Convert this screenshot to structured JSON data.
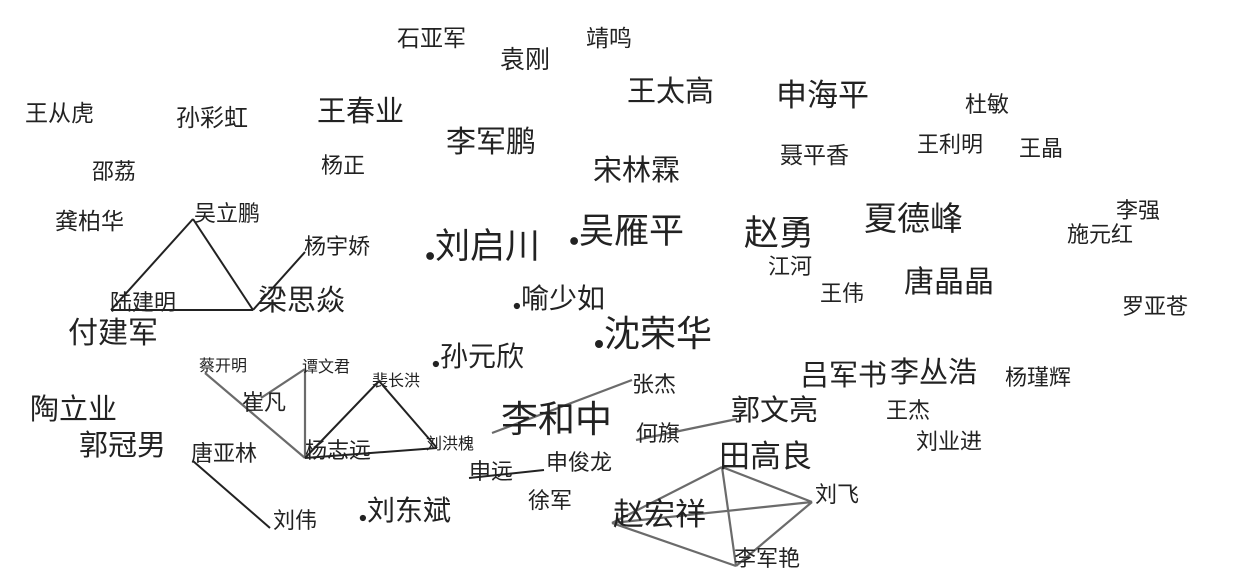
{
  "colors": {
    "edge_dark": "#222222",
    "edge_gray": "#6b6b6b",
    "dot": "#222222",
    "text": "#222222"
  },
  "nodes": [
    {
      "id": "shiyajun",
      "name": "石亚军",
      "dot": false
    },
    {
      "id": "yuangang",
      "name": "袁刚",
      "dot": false
    },
    {
      "id": "jingming",
      "name": "靖鸣",
      "dot": false
    },
    {
      "id": "wangtaigao",
      "name": "王太高",
      "dot": false
    },
    {
      "id": "shenhaiping",
      "name": "申海平",
      "dot": false
    },
    {
      "id": "dumin",
      "name": "杜敏",
      "dot": false
    },
    {
      "id": "wangconghu",
      "name": "王从虎",
      "dot": false
    },
    {
      "id": "suncaihong",
      "name": "孙彩虹",
      "dot": false
    },
    {
      "id": "wangchunye",
      "name": "王春业",
      "dot": false
    },
    {
      "id": "lijunpeng",
      "name": "李军鹏",
      "dot": false
    },
    {
      "id": "niepingxiang",
      "name": "聂平香",
      "dot": false
    },
    {
      "id": "wangliming",
      "name": "王利明",
      "dot": false
    },
    {
      "id": "wangjing",
      "name": "王晶",
      "dot": false
    },
    {
      "id": "shaoli",
      "name": "邵荔",
      "dot": false
    },
    {
      "id": "yangzheng",
      "name": "杨正",
      "dot": false
    },
    {
      "id": "songlinlin",
      "name": "宋林霖",
      "dot": false
    },
    {
      "id": "gongbaihua",
      "name": "龚柏华",
      "dot": false
    },
    {
      "id": "wulipeng",
      "name": "吴立鹏",
      "dot": false
    },
    {
      "id": "yangyujiao",
      "name": "杨宇娇",
      "dot": false
    },
    {
      "id": "liuqichuan",
      "name": "刘启川",
      "dot": true
    },
    {
      "id": "wuyanping",
      "name": "吴雁平",
      "dot": true
    },
    {
      "id": "zhaoyong",
      "name": "赵勇",
      "dot": false
    },
    {
      "id": "xiadefeng",
      "name": "夏德峰",
      "dot": false
    },
    {
      "id": "liqiang",
      "name": "李强",
      "dot": false
    },
    {
      "id": "shiyuanhong",
      "name": "施元红",
      "dot": false
    },
    {
      "id": "jianghe",
      "name": "江河",
      "dot": false
    },
    {
      "id": "tangjingjing",
      "name": "唐晶晶",
      "dot": false
    },
    {
      "id": "lujianming",
      "name": "陆建明",
      "dot": false
    },
    {
      "id": "liangsiyan",
      "name": "梁思焱",
      "dot": false
    },
    {
      "id": "yushaoru",
      "name": "喻少如",
      "dot": true
    },
    {
      "id": "wangwei",
      "name": "王伟",
      "dot": false
    },
    {
      "id": "luoyacang",
      "name": "罗亚苍",
      "dot": false
    },
    {
      "id": "fujianjun",
      "name": "付建军",
      "dot": false
    },
    {
      "id": "shenronghua",
      "name": "沈荣华",
      "dot": true
    },
    {
      "id": "caikaiming",
      "name": "蔡开明",
      "dot": false
    },
    {
      "id": "tanwenjun",
      "name": "谭文君",
      "dot": false
    },
    {
      "id": "sunyuanxin",
      "name": "孙元欣",
      "dot": true
    },
    {
      "id": "lvjunshu",
      "name": "吕军书",
      "dot": false
    },
    {
      "id": "licongwhao",
      "name": "李丛浩",
      "dot": false
    },
    {
      "id": "yangjinhui",
      "name": "杨瑾辉",
      "dot": false
    },
    {
      "id": "peichanghong",
      "name": "裴长洪",
      "dot": false
    },
    {
      "id": "zhangjie",
      "name": "张杰",
      "dot": false
    },
    {
      "id": "cuifan",
      "name": "崔凡",
      "dot": false
    },
    {
      "id": "taoliye",
      "name": "陶立业",
      "dot": false
    },
    {
      "id": "lihezhong",
      "name": "李和中",
      "dot": false
    },
    {
      "id": "guowenliang",
      "name": "郭文亮",
      "dot": false
    },
    {
      "id": "wangjie",
      "name": "王杰",
      "dot": false
    },
    {
      "id": "hezhi",
      "name": "何旗",
      "dot": false
    },
    {
      "id": "liuyejin",
      "name": "刘业进",
      "dot": false
    },
    {
      "id": "guoguannan",
      "name": "郭冠男",
      "dot": false
    },
    {
      "id": "tangyalin",
      "name": "唐亚林",
      "dot": false
    },
    {
      "id": "yangzhiyuan",
      "name": "杨志远",
      "dot": false
    },
    {
      "id": "liuhonghuai",
      "name": "刘洪槐",
      "dot": false
    },
    {
      "id": "tiangaoliang",
      "name": "田高良",
      "dot": false
    },
    {
      "id": "shenyuan",
      "name": "申远",
      "dot": false
    },
    {
      "id": "shenjunlong",
      "name": "申俊龙",
      "dot": false
    },
    {
      "id": "liufei",
      "name": "刘飞",
      "dot": false
    },
    {
      "id": "xujun",
      "name": "徐军",
      "dot": false
    },
    {
      "id": "liudongbin",
      "name": "刘东斌",
      "dot": true
    },
    {
      "id": "zhaohongxiang",
      "name": "赵宏祥",
      "dot": false
    },
    {
      "id": "liuwei",
      "name": "刘伟",
      "dot": false
    },
    {
      "id": "lijunyan",
      "name": "李军艳",
      "dot": false
    }
  ],
  "edges": [
    {
      "from": "wulipeng",
      "to": "lujianming",
      "tone": "dark"
    },
    {
      "from": "wulipeng",
      "to": "liangsiyan",
      "tone": "dark"
    },
    {
      "from": "lujianming",
      "to": "liangsiyan",
      "tone": "dark"
    },
    {
      "from": "liangsiyan",
      "to": "yangyujiao",
      "tone": "dark"
    },
    {
      "from": "caikaiming",
      "to": "yangzhiyuan",
      "tone": "gray"
    },
    {
      "from": "tanwenjun",
      "to": "yangzhiyuan",
      "tone": "gray"
    },
    {
      "from": "tanwenjun",
      "to": "cuifan",
      "tone": "gray"
    },
    {
      "from": "yangzhiyuan",
      "to": "peichanghong",
      "tone": "dark"
    },
    {
      "from": "yangzhiyuan",
      "to": "liuhonghuai",
      "tone": "dark"
    },
    {
      "from": "peichanghong",
      "to": "liuhonghuai",
      "tone": "dark"
    },
    {
      "from": "tangyalin",
      "to": "liuwei",
      "tone": "dark"
    },
    {
      "from": "lihezhong",
      "to": "zhangjie",
      "tone": "gray"
    },
    {
      "from": "hezhi",
      "to": "guowenliang",
      "tone": "gray"
    },
    {
      "from": "shenyuan",
      "to": "shenjunlong",
      "tone": "dark"
    },
    {
      "from": "zhaohongxiang",
      "to": "tiangaoliang",
      "tone": "gray"
    },
    {
      "from": "zhaohongxiang",
      "to": "liufei",
      "tone": "gray"
    },
    {
      "from": "zhaohongxiang",
      "to": "lijunyan",
      "tone": "gray"
    },
    {
      "from": "tiangaoliang",
      "to": "liufei",
      "tone": "gray"
    },
    {
      "from": "tiangaoliang",
      "to": "lijunyan",
      "tone": "gray"
    },
    {
      "from": "liufei",
      "to": "lijunyan",
      "tone": "gray"
    }
  ]
}
